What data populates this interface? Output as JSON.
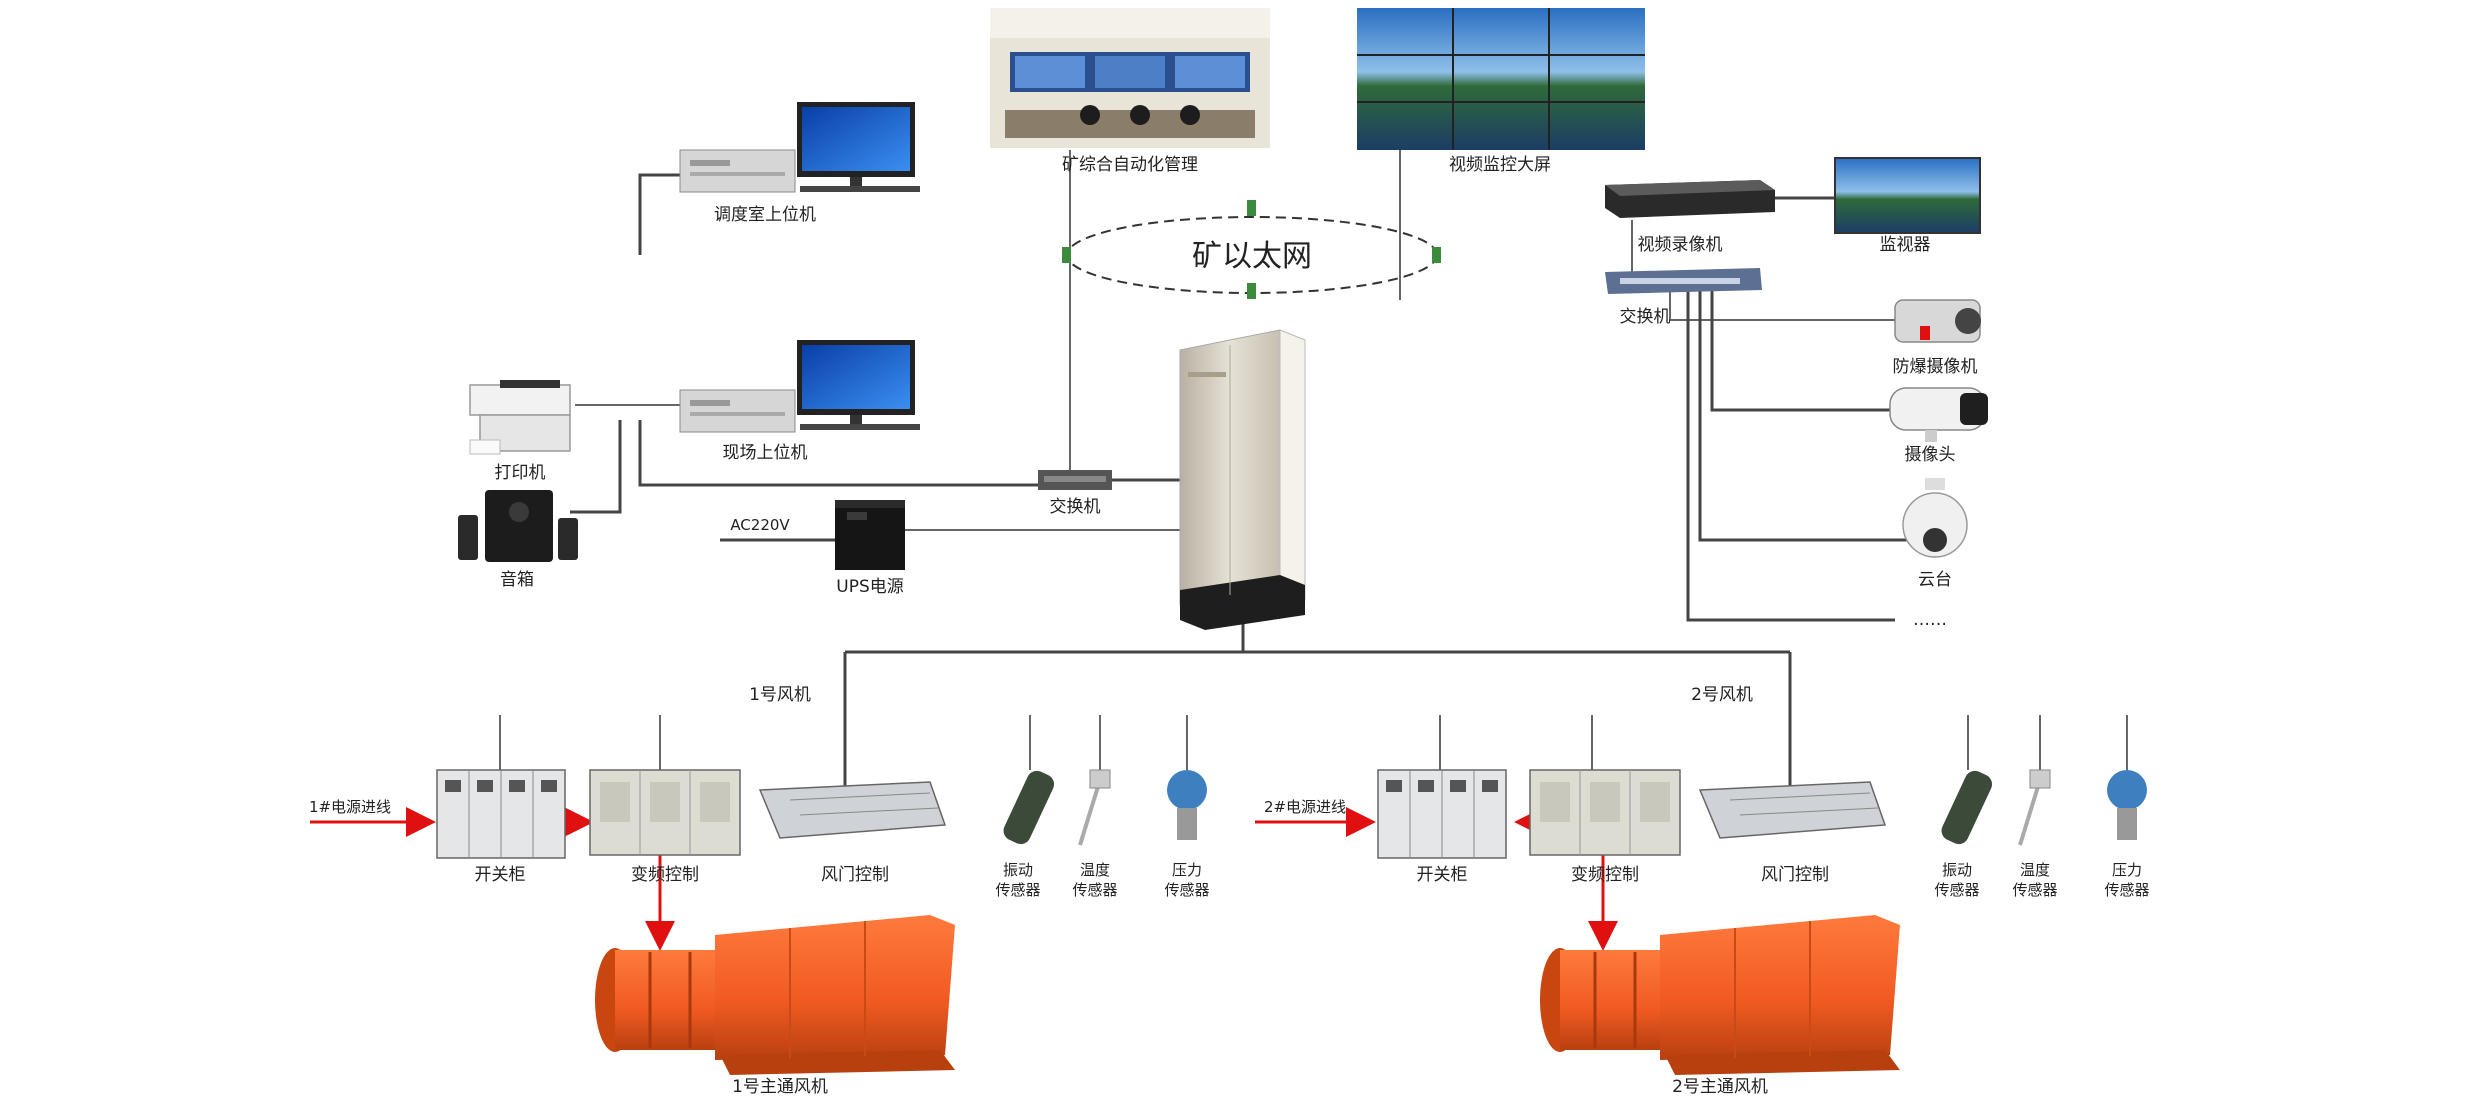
{
  "labels": {
    "control_center": "矿综合自动化管理",
    "video_wall": "视频监控大屏",
    "dispatch_host": "调度室上位机",
    "ethernet": "矿以太网",
    "nvr": "视频录像机",
    "monitor": "监视器",
    "poe_switch": "交换机",
    "explosion_cam": "防爆摄像机",
    "bullet_cam": "摄像头",
    "dome_cam": "云台",
    "more_devices": "……",
    "site_host": "现场上位机",
    "printer": "打印机",
    "speaker": "音箱",
    "switch": "交换机",
    "ac_voltage": "AC220V",
    "ups": "UPS电源",
    "fan1_group": "1号风机",
    "fan2_group": "2号风机",
    "power_in_1": "1#电源进线",
    "power_in_2": "2#电源进线",
    "switchgear_1": "开关柜",
    "switchgear_2": "开关柜",
    "vfd_1": "变频控制",
    "vfd_2": "变频控制",
    "damper_1": "风门控制",
    "damper_2": "风门控制",
    "vib_1a": "振动",
    "vib_1b": "传感器",
    "temp_1a": "温度",
    "temp_1b": "传感器",
    "press_1a": "压力",
    "press_1b": "传感器",
    "vib_2a": "振动",
    "vib_2b": "传感器",
    "temp_2a": "温度",
    "temp_2b": "传感器",
    "press_2a": "压力",
    "press_2b": "传感器",
    "main_fan_1": "1号主通风机",
    "main_fan_2": "2号主通风机"
  },
  "colors": {
    "wire": "#444444",
    "power_arrow": "#e01010",
    "fan_body": "#f05a22",
    "monitor_screen": "#1f6fd6",
    "cabinet": "#d9d4c8",
    "device_gray": "#d6d6d6"
  },
  "icons": {
    "monitor": "monitor-icon",
    "printer": "printer-icon",
    "speaker": "speaker-icon",
    "ups": "ups-icon",
    "camera": "camera-icon",
    "fan": "fan-icon"
  }
}
